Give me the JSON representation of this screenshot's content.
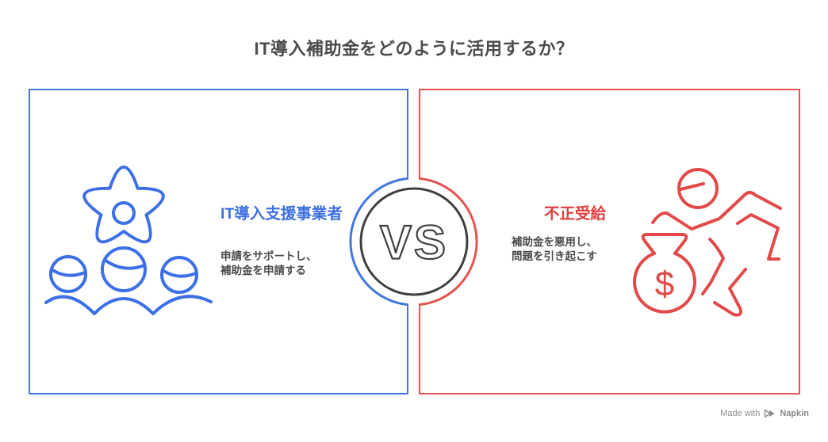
{
  "title": "IT導入補助金をどのように活用するか？",
  "versus": {
    "label": "VS"
  },
  "left": {
    "heading": "IT導入支援事業者",
    "body": [
      "申請をサポートし、",
      "補助金を申請する"
    ],
    "icon": "it-support-team-icon"
  },
  "right": {
    "heading": "不正受給",
    "body": [
      "補助金を悪用し、",
      "問題を引き起こす"
    ],
    "money_symbol": "$",
    "icon": "fraud-money-runner-icon"
  },
  "footer": {
    "made_with": "Made with",
    "brand": "Napkin"
  },
  "colors": {
    "left_accent": "#4577db",
    "left_heading": "#3d6fe0",
    "right_accent": "#e25450",
    "right_heading": "#e23e3e",
    "text_dark": "#4a4a4a",
    "title_gray": "#4b4b4b",
    "vs_ring_gray": "#3f3f3f",
    "footer_gray": "#8e8e8e",
    "background": "#ffffff"
  }
}
